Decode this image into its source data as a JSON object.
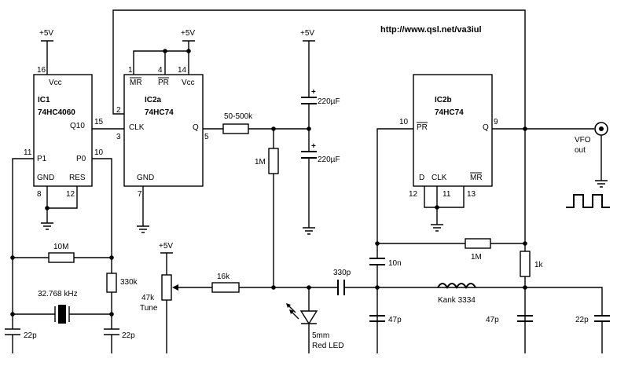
{
  "url": "http://www.qsl.net/va3iul",
  "ic1": {
    "name": "IC1",
    "part": "74HC4060",
    "vcc": "Vcc",
    "pin_vcc": "16",
    "q10": "Q10",
    "pin_q10": "15",
    "p1": "P1",
    "pin_p1": "11",
    "p0": "P0",
    "pin_p0": "10",
    "gnd": "GND",
    "pin_gnd": "8",
    "res": "RES",
    "pin_res": "12"
  },
  "ic2a": {
    "name": "IC2a",
    "part": "74HC74",
    "mr": "MR",
    "pin_mr": "1",
    "pr": "PR",
    "pin_pr": "4",
    "vcc": "Vcc",
    "pin_vcc": "14",
    "clk": "CLK",
    "pin_clk": "3",
    "q": "Q",
    "pin_q": "5",
    "d_pin": "2",
    "gnd": "GND",
    "pin_gnd": "7"
  },
  "ic2b": {
    "name": "IC2b",
    "part": "74HC74",
    "pr": "PR",
    "pin_pr": "10",
    "q": "Q",
    "pin_q": "9",
    "d": "D",
    "clk": "CLK",
    "mr": "MR",
    "pin_d": "12",
    "pin_clk": "11",
    "pin_mr": "13"
  },
  "supply": "+5V",
  "components": {
    "r_top": "50-500k",
    "r_1m_left": "1M",
    "cap_220_top": "220µF",
    "cap_220_bot": "220µF",
    "r_10m": "10M",
    "xtal": "32.768 kHz",
    "r_330k": "330k",
    "c22_left1": "22p",
    "c22_left2": "22p",
    "pot": "47k",
    "pot_tune": "Tune",
    "r_16k": "16k",
    "c_330p": "330p",
    "led1": "5mm",
    "led2": "Red LED",
    "c_10n": "10n",
    "c_47p_a": "47p",
    "r_1m_right": "1M",
    "r_1k": "1k",
    "inductor": "Kank 3334",
    "c_47p_b": "47p",
    "c_22p_right": "22p",
    "plus": "+"
  },
  "output": {
    "l1": "VFO",
    "l2": "out"
  }
}
